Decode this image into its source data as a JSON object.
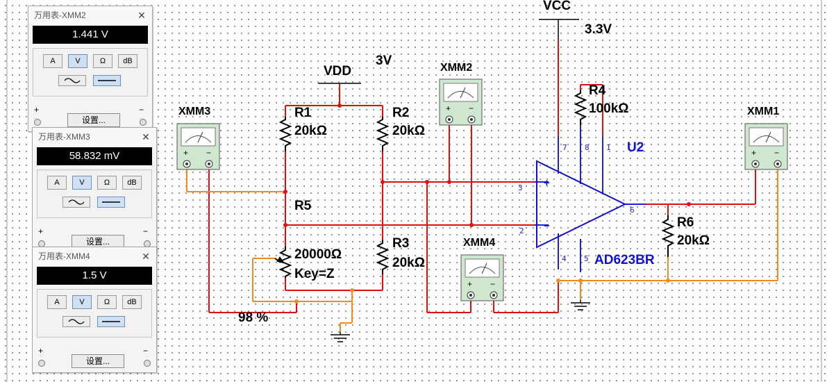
{
  "schematic": {
    "vdd": {
      "label": "VDD",
      "value": "3V"
    },
    "vcc": {
      "label": "VCC",
      "value": "3.3V"
    },
    "resistors": [
      {
        "name": "R1",
        "value": "20kΩ"
      },
      {
        "name": "R2",
        "value": "20kΩ"
      },
      {
        "name": "R3",
        "value": "20kΩ"
      },
      {
        "name": "R4",
        "value": "100kΩ"
      },
      {
        "name": "R6",
        "value": "20kΩ"
      }
    ],
    "potentiometer": {
      "name": "R5",
      "value": "20000Ω",
      "key": "Key=Z",
      "percent": "98 %"
    },
    "opamp": {
      "ref": "U2",
      "part": "AD623BR",
      "pins": [
        "3",
        "2",
        "6",
        "7",
        "8",
        "1",
        "4",
        "5"
      ],
      "plus": "+",
      "minus": "−"
    },
    "meters": [
      "XMM1",
      "XMM2",
      "XMM3",
      "XMM4"
    ]
  },
  "panels": [
    {
      "title": "万用表-XMM2",
      "reading": "1.441 V",
      "selected": "V"
    },
    {
      "title": "万用表-XMM3",
      "reading": "58.832 mV",
      "selected": "V"
    },
    {
      "title": "万用表-XMM4",
      "reading": "1.5 V",
      "selected": "V"
    }
  ],
  "panel_common": {
    "buttons": [
      "A",
      "V",
      "Ω",
      "dB"
    ],
    "settings": "设置...",
    "plus": "+",
    "minus": "−",
    "close": "✕"
  },
  "colors": {
    "red_wire": "#e01010",
    "orange_wire": "#f08c1e",
    "blue_wire": "#2020e0",
    "accent_label": "#1010d0"
  }
}
